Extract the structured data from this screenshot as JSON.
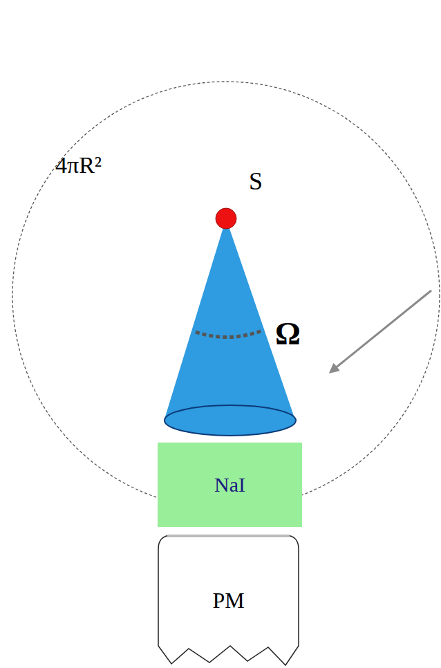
{
  "diagram": {
    "nodes": [
      {
        "text": [
          "NaI"
        ]
      },
      {
        "text": [
          "PM"
        ]
      }
    ],
    "labels": [
      "4πR²",
      "S",
      "Ω"
    ]
  }
}
